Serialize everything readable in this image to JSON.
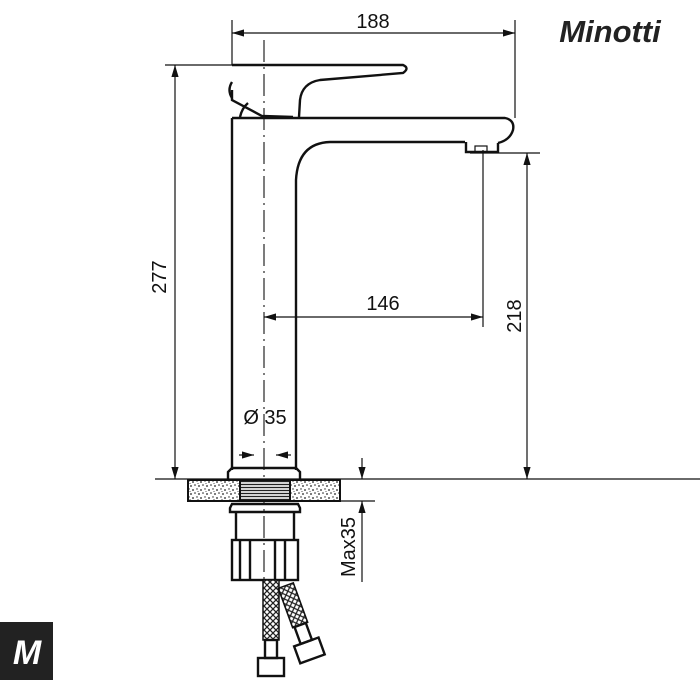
{
  "brand": {
    "name": "Minotti",
    "mark_letter": "M",
    "mark_bg": "#222222"
  },
  "dimensions": {
    "overall_width": "188",
    "overall_height": "277",
    "spout_reach": "146",
    "spout_height": "218",
    "body_diameter": "Ø 35",
    "max_counter_thickness": "Max35"
  }
}
